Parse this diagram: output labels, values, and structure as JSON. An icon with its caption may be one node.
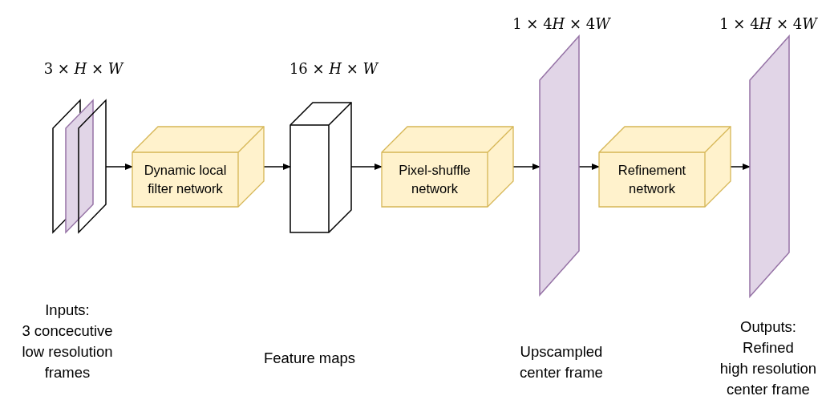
{
  "diagram": {
    "nodes": [
      {
        "text": [
          "3 × 𝐻 × 𝑊"
        ]
      },
      {
        "text": [
          "Dynamic local filter network"
        ]
      },
      {
        "text": [
          "16 × 𝐻 × 𝑊"
        ]
      },
      {
        "text": [
          "Pixel-shuffle network"
        ]
      },
      {
        "text": [
          "1 × 4𝐻 × 4𝑊"
        ]
      },
      {
        "text": [
          "Refinement network"
        ]
      },
      {
        "text": [
          "1 × 4𝐻 × 4𝑊"
        ]
      }
    ],
    "edges": [
      {
        "from": 0,
        "to": 1,
        "arrow": "to"
      },
      {
        "from": 1,
        "to": 2,
        "arrow": "to"
      },
      {
        "from": 2,
        "to": 3,
        "arrow": "to"
      },
      {
        "from": 3,
        "to": 4,
        "arrow": "to"
      },
      {
        "from": 4,
        "to": 5,
        "arrow": "to"
      },
      {
        "from": 5,
        "to": 6,
        "arrow": "to"
      }
    ],
    "labels": [
      "Inputs:",
      "3 concecutive low resolution frames",
      "Outputs:",
      "Refined",
      "high resolution center frame",
      "Upscampled center frame",
      "Feature maps"
    ]
  }
}
